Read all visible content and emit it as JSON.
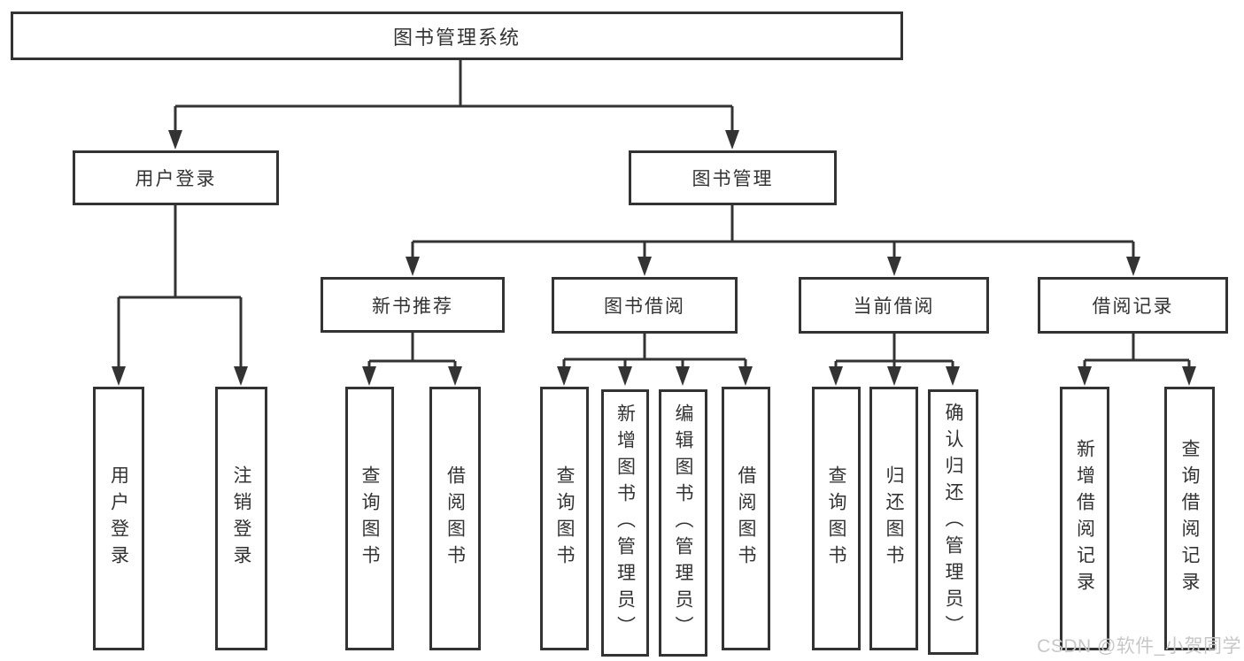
{
  "tree": {
    "label": "图书管理系统",
    "children": [
      {
        "label": "用户登录",
        "children": [
          {
            "label": "用户登录"
          },
          {
            "label": "注销登录"
          }
        ]
      },
      {
        "label": "图书管理",
        "children": [
          {
            "label": "新书推荐",
            "children": [
              {
                "label": "查询图书"
              },
              {
                "label": "借阅图书"
              }
            ]
          },
          {
            "label": "图书借阅",
            "children": [
              {
                "label": "查询图书"
              },
              {
                "label": "新增图书（管理员）"
              },
              {
                "label": "编辑图书（管理员）"
              },
              {
                "label": "借阅图书"
              }
            ]
          },
          {
            "label": "当前借阅",
            "children": [
              {
                "label": "查询图书"
              },
              {
                "label": "归还图书"
              },
              {
                "label": "确认归还（管理员）"
              }
            ]
          },
          {
            "label": "借阅记录",
            "children": [
              {
                "label": "新增借阅记录"
              },
              {
                "label": "查询借阅记录"
              }
            ]
          }
        ]
      }
    ]
  },
  "watermark": {
    "text": "CSDN @软件_小贺同学"
  },
  "colors": {
    "line": "#333333",
    "box_border": "#333333",
    "text": "#333333",
    "background": "#ffffff",
    "watermark": "#c7c7c7"
  }
}
